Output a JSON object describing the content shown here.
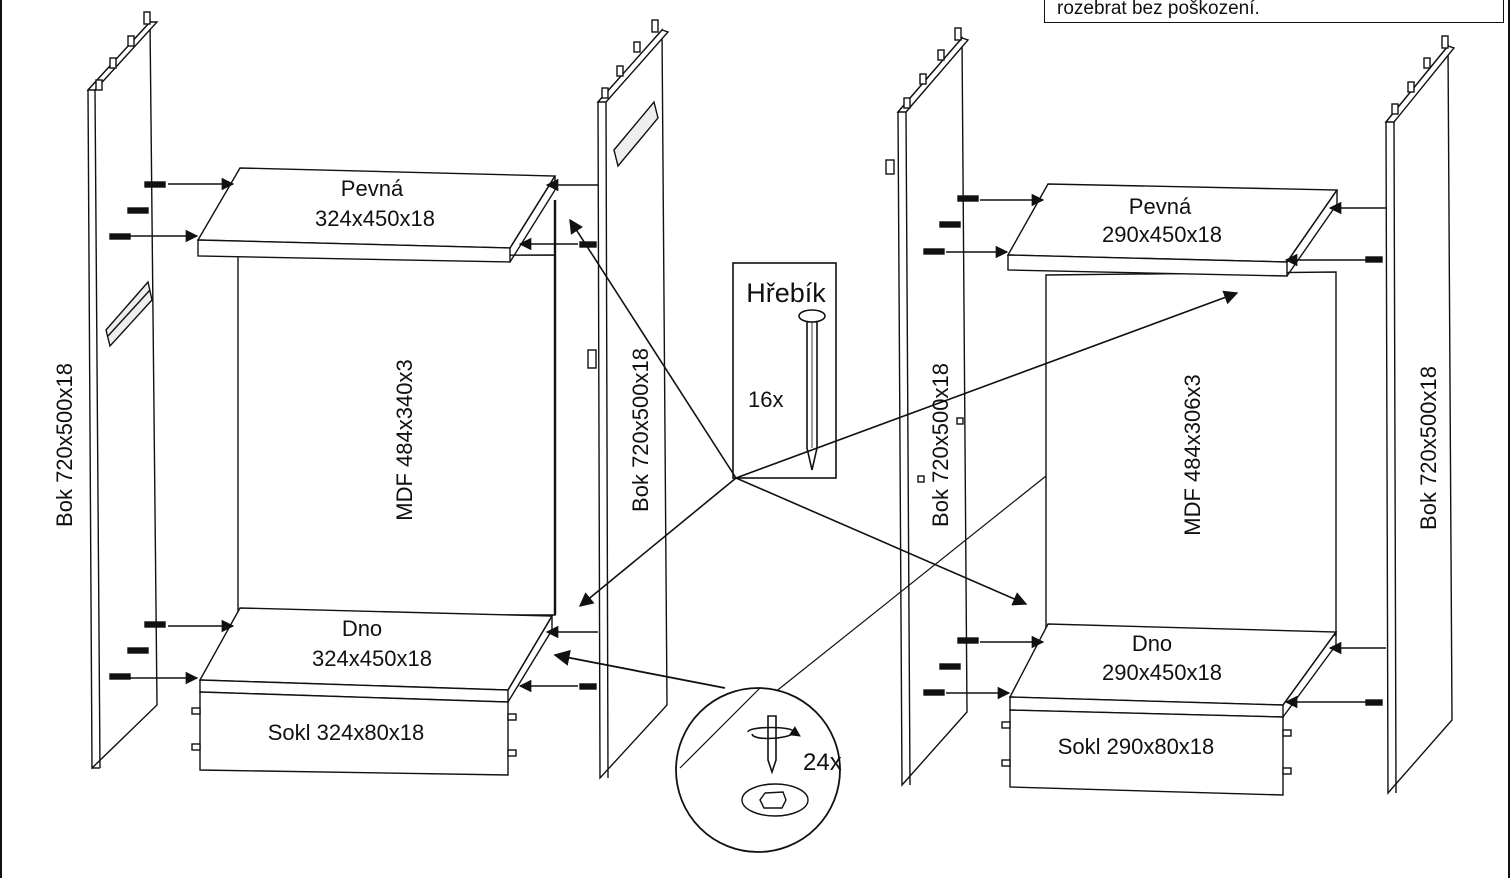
{
  "note": "rozebrat bez poškození.",
  "left_unit": {
    "side_left": "Bok 720x500x18",
    "side_right": "Bok 720x500x18",
    "top_name": "Pevná",
    "top_dims": "324x450x18",
    "back_panel": "MDF 484x340x3",
    "bottom_name": "Dno",
    "bottom_dims": "324x450x18",
    "plinth": "Sokl 324x80x18"
  },
  "right_unit": {
    "side_left": "Bok 720x500x18",
    "side_right": "Bok 720x500x18",
    "top_name": "Pevná",
    "top_dims": "290x450x18",
    "back_panel": "MDF 484x306x3",
    "bottom_name": "Dno",
    "bottom_dims": "290x450x18",
    "plinth": "Sokl 290x80x18"
  },
  "nail_callout": {
    "title": "Hřebík",
    "count": "16x",
    "icon": "nail-icon"
  },
  "screw_callout": {
    "count": "24x",
    "icon": "screwdriver-icon"
  },
  "colors": {
    "line": "#111111",
    "background": "#ffffff"
  }
}
